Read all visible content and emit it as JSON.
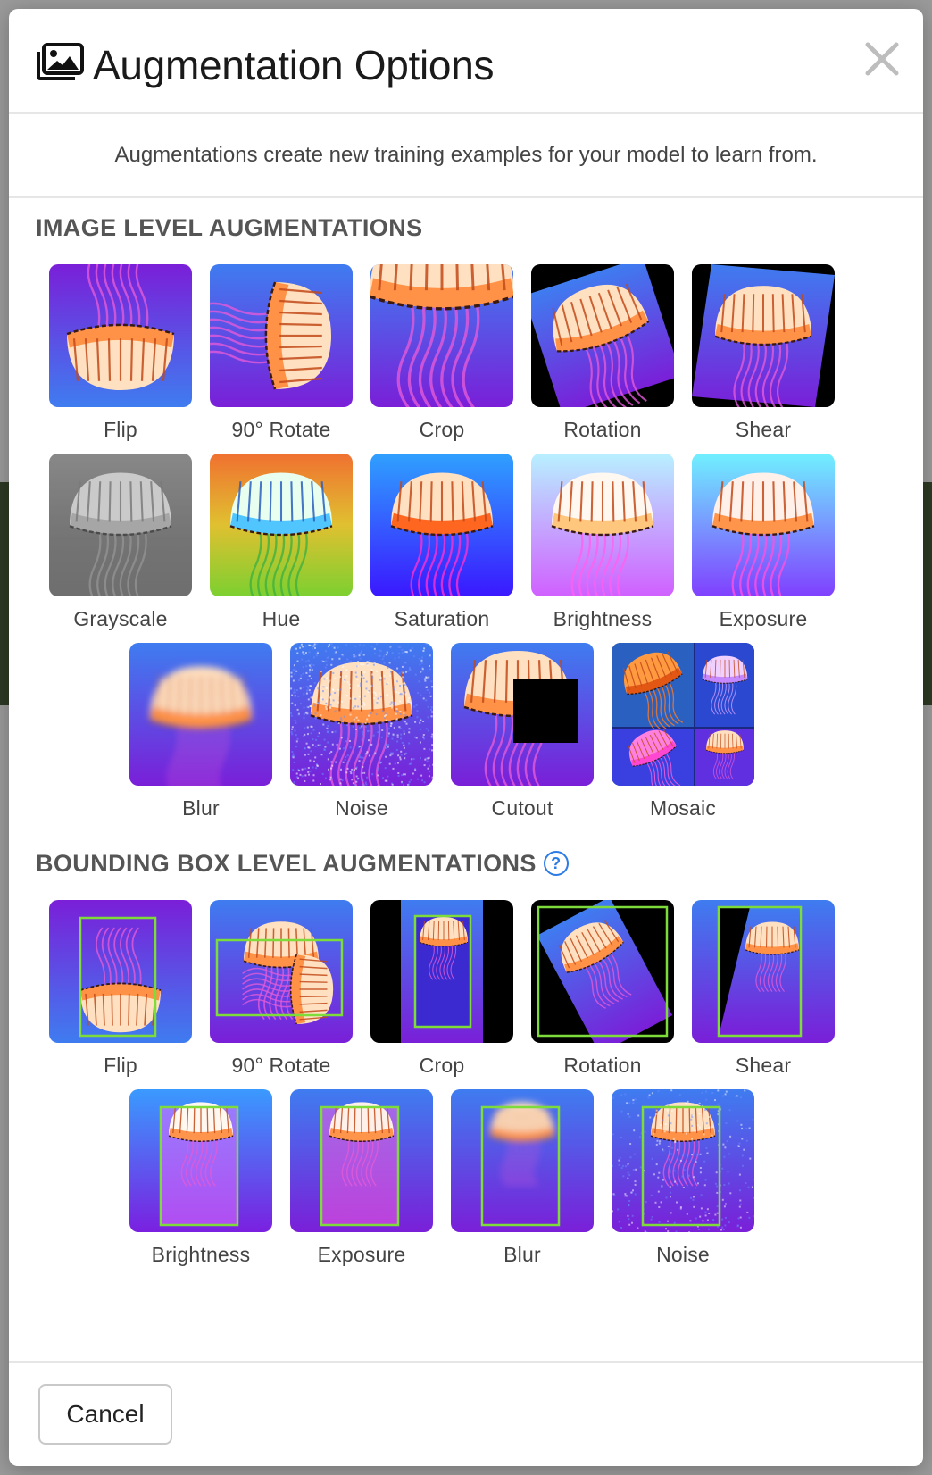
{
  "modal": {
    "title": "Augmentation Options",
    "close_icon": "close-icon",
    "header_icon": "images-icon",
    "description": "Augmentations create new training examples for your model to learn from."
  },
  "image_level": {
    "heading": "IMAGE LEVEL AUGMENTATIONS",
    "items": [
      {
        "label": "Flip",
        "key": "flip"
      },
      {
        "label": "90° Rotate",
        "key": "rot90"
      },
      {
        "label": "Crop",
        "key": "crop"
      },
      {
        "label": "Rotation",
        "key": "rotation"
      },
      {
        "label": "Shear",
        "key": "shear"
      },
      {
        "label": "Grayscale",
        "key": "grayscale"
      },
      {
        "label": "Hue",
        "key": "hue"
      },
      {
        "label": "Saturation",
        "key": "saturation"
      },
      {
        "label": "Brightness",
        "key": "brightness"
      },
      {
        "label": "Exposure",
        "key": "exposure"
      },
      {
        "label": "Blur",
        "key": "blur"
      },
      {
        "label": "Noise",
        "key": "noise"
      },
      {
        "label": "Cutout",
        "key": "cutout"
      },
      {
        "label": "Mosaic",
        "key": "mosaic"
      }
    ]
  },
  "bbox_level": {
    "heading": "BOUNDING BOX LEVEL AUGMENTATIONS",
    "help_glyph": "?",
    "items": [
      {
        "label": "Flip",
        "key": "bb-flip"
      },
      {
        "label": "90° Rotate",
        "key": "bb-rot90"
      },
      {
        "label": "Crop",
        "key": "bb-crop"
      },
      {
        "label": "Rotation",
        "key": "bb-rotation"
      },
      {
        "label": "Shear",
        "key": "bb-shear"
      },
      {
        "label": "Brightness",
        "key": "bb-brightness"
      },
      {
        "label": "Exposure",
        "key": "bb-exposure"
      },
      {
        "label": "Blur",
        "key": "bb-blur"
      },
      {
        "label": "Noise",
        "key": "bb-noise"
      }
    ]
  },
  "footer": {
    "cancel_label": "Cancel"
  },
  "colors": {
    "bbox_stroke": "#7ddc3a",
    "help_blue": "#2d7be5",
    "jelly_bg_top": "#3f7cf0",
    "jelly_bg_bottom": "#7a1fd8"
  }
}
